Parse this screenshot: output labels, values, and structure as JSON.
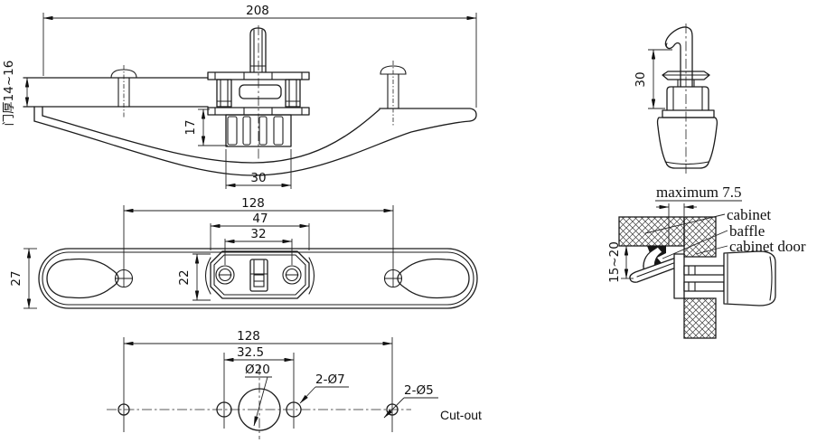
{
  "views": {
    "side": {
      "dim_overall": "208",
      "dim_door_thickness": "门厚14~16",
      "dim_cam_height": "17",
      "dim_ratchet_width": "30"
    },
    "front": {
      "dim_screw_span": "128",
      "dim_plate_width": "47",
      "dim_slot_span": "32",
      "dim_body_height": "27",
      "dim_plate_height": "22"
    },
    "cutout": {
      "dim_hole_span": "128",
      "dim_center_span": "32.5",
      "dim_center_hole": "Ø20",
      "dim_mid_holes": "2-Ø7",
      "dim_end_holes": "2-Ø5",
      "label": "Cut-out"
    },
    "hook": {
      "dim_height": "30"
    },
    "install": {
      "dim_max_gap": "maximum 7.5",
      "dim_engage_depth": "15~20",
      "label_cabinet": "cabinet",
      "label_baffle": "baffle",
      "label_cabinet_door": "cabinet door"
    }
  }
}
